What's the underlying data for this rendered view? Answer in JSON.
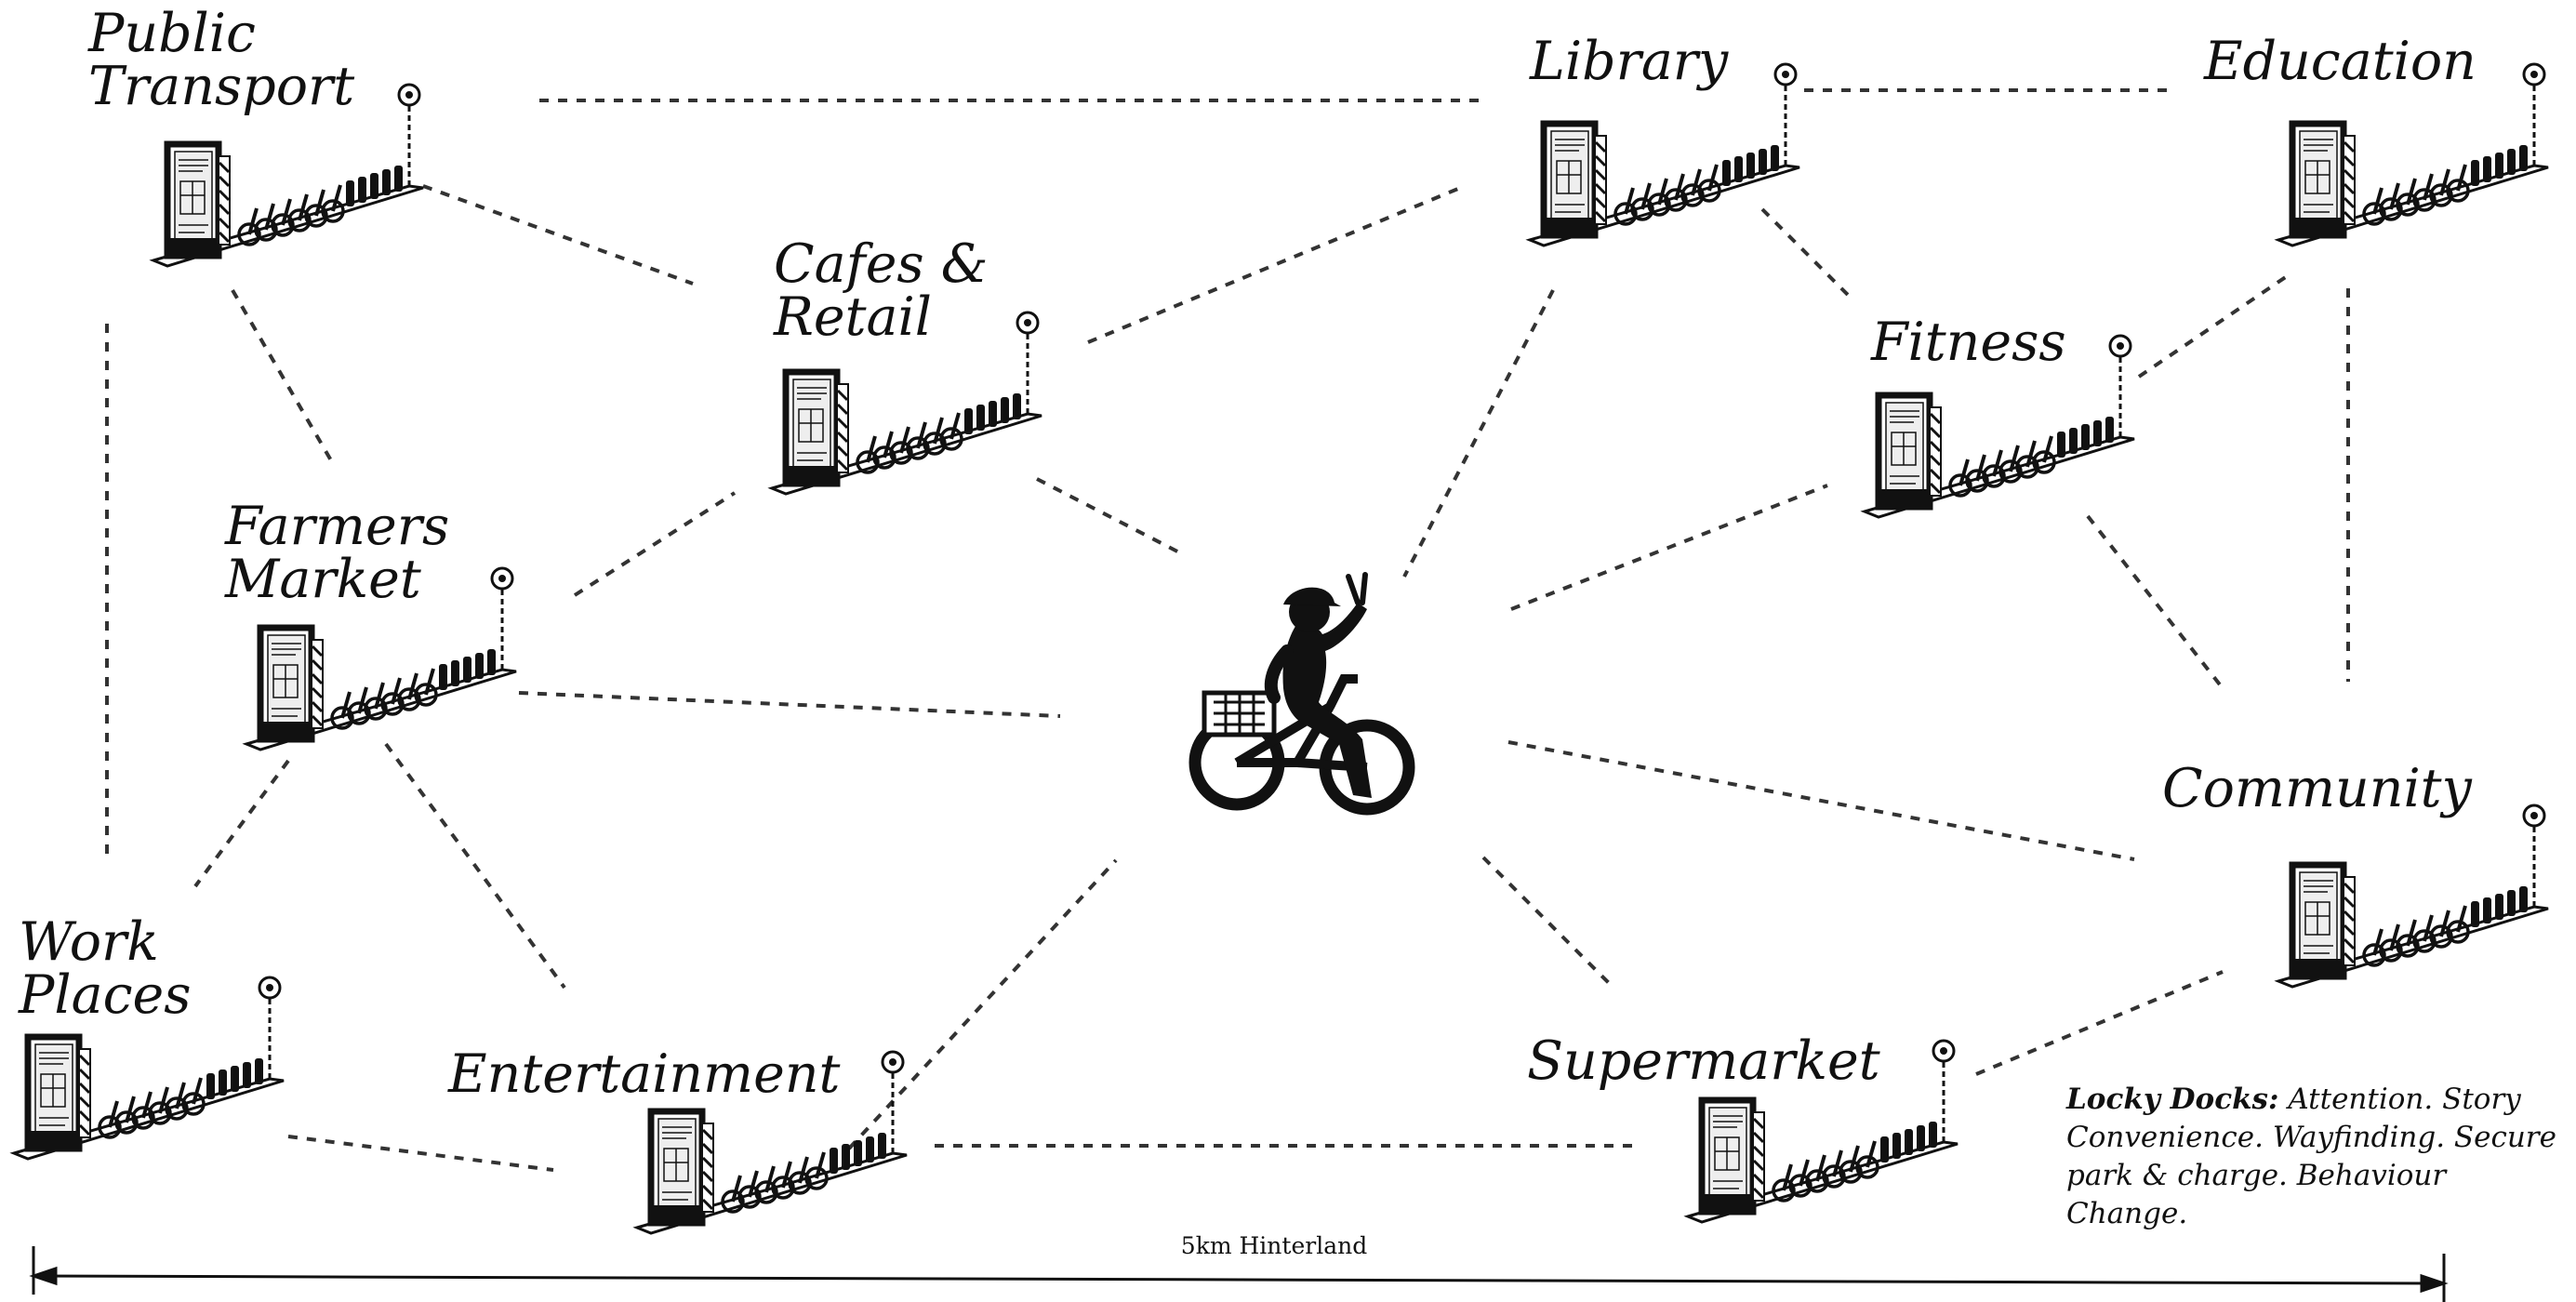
{
  "hubs": [
    {
      "id": "public-transport",
      "label": [
        "Public",
        "Transport"
      ]
    },
    {
      "id": "cafes-retail",
      "label": [
        "Cafes &",
        "Retail"
      ]
    },
    {
      "id": "library",
      "label": [
        "Library"
      ]
    },
    {
      "id": "education",
      "label": [
        "Education"
      ]
    },
    {
      "id": "fitness",
      "label": [
        "Fitness"
      ]
    },
    {
      "id": "farmers-market",
      "label": [
        "Farmers",
        "Market"
      ]
    },
    {
      "id": "community",
      "label": [
        "Community"
      ]
    },
    {
      "id": "work-places",
      "label": [
        "Work",
        "Places"
      ]
    },
    {
      "id": "entertainment",
      "label": [
        "Entertainment"
      ]
    },
    {
      "id": "supermarket",
      "label": [
        "Supermarket"
      ]
    }
  ],
  "note": {
    "title": "Locky Docks:",
    "text": "Attention. Story Convenience. Wayfinding. Secure park & charge. Behaviour Change."
  },
  "scale": {
    "label": "5km Hinterland"
  },
  "center_icon": "cyclist-icon",
  "dock_icon": "bike-dock-icon"
}
